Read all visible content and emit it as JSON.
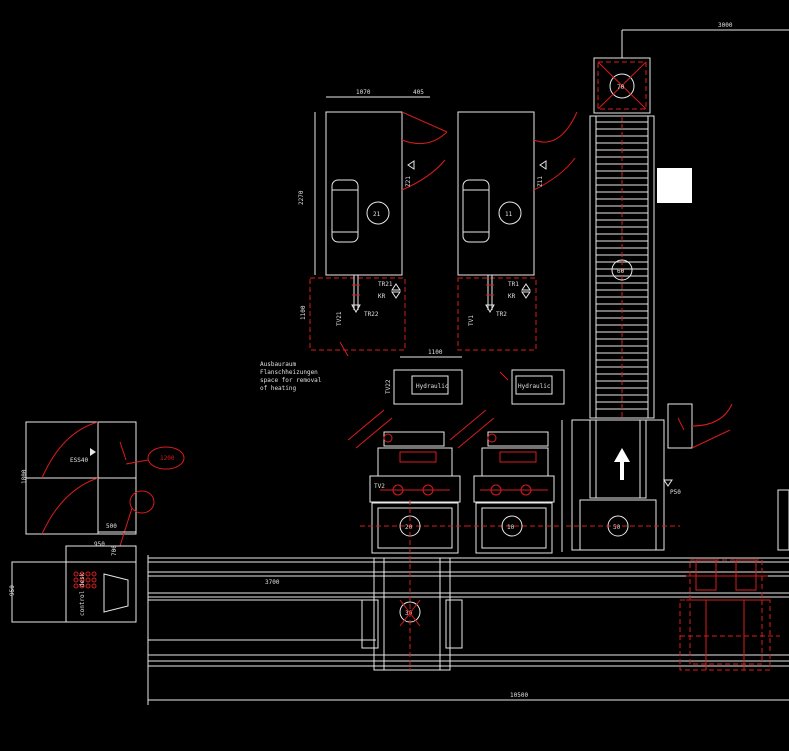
{
  "drawing": {
    "dimensions": {
      "top_right": "3000",
      "cab_width_1": "1070",
      "cab_width_2": "405",
      "cab_height": "2270",
      "cab_lower": "1100",
      "hydraulic_width": "1100",
      "left_height": "1800",
      "left_w1": "500",
      "left_w2": "950",
      "left_h2": "700",
      "small_a": "1200",
      "rail_length": "3700",
      "bottom_total": "10500"
    },
    "labels": {
      "note_line1": "Ausbauraum",
      "note_line2": "Flanschheizungen",
      "note_line3": "space for removal",
      "note_line4": "of heating",
      "hydraulic_1": "Hydraulic",
      "hydraulic_2": "Hydraulic",
      "control_desk": "control desk",
      "left_box": "ESS40"
    },
    "tags": {
      "cab1": "21",
      "cab2": "11",
      "tower": "70",
      "conveyor": "60",
      "press1": "20",
      "press2": "10",
      "press3": "50",
      "shuttle": "30",
      "lbl_z21": "Z21",
      "lbl_z11": "Z11",
      "lbl_tv1": "TV1",
      "lbl_tv2": "TV2",
      "lbl_tr1": "TR1",
      "lbl_tr2": "TR2",
      "lbl_kr": "KR",
      "lbl_p50": "P50",
      "lbl_tv21": "TV21",
      "lbl_tv22": "TV22",
      "lbl_tr21": "TR21",
      "lbl_tr22": "TR22"
    },
    "colors": {
      "background": "#000000",
      "primary_line": "#e8e8e8",
      "accent_line": "#d91c1c",
      "highlight_box": "#ffffff"
    }
  }
}
